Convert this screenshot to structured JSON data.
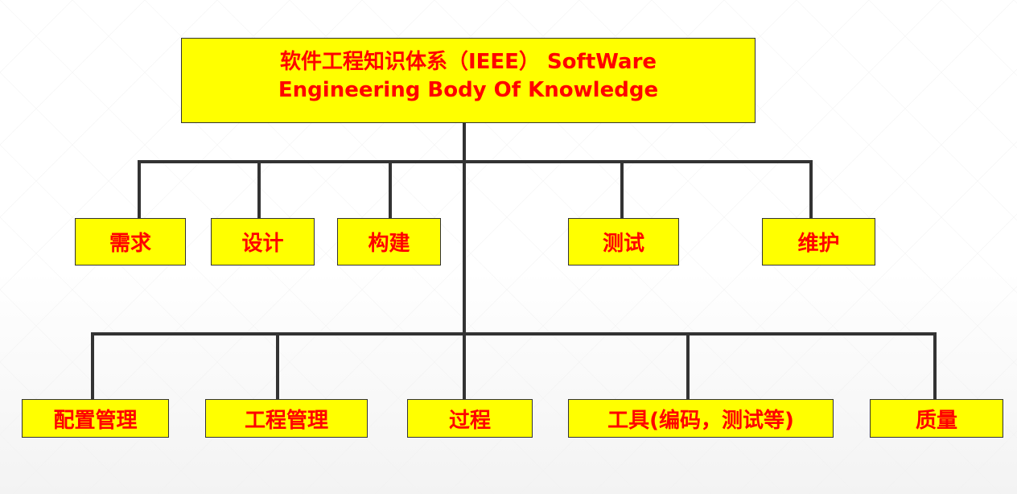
{
  "root": {
    "line1": "软件工程知识体系（IEEE） SoftWare",
    "line2": "Engineering Body Of Knowledge"
  },
  "level1": [
    "需求",
    "设计",
    "构建",
    "测试",
    "维护"
  ],
  "level2": [
    "配置管理",
    "工程管理",
    "过程",
    "工具(编码，测试等)",
    "质量"
  ],
  "colors": {
    "box_fill": "#ffff00",
    "text": "#ff0000",
    "line": "#333333"
  }
}
